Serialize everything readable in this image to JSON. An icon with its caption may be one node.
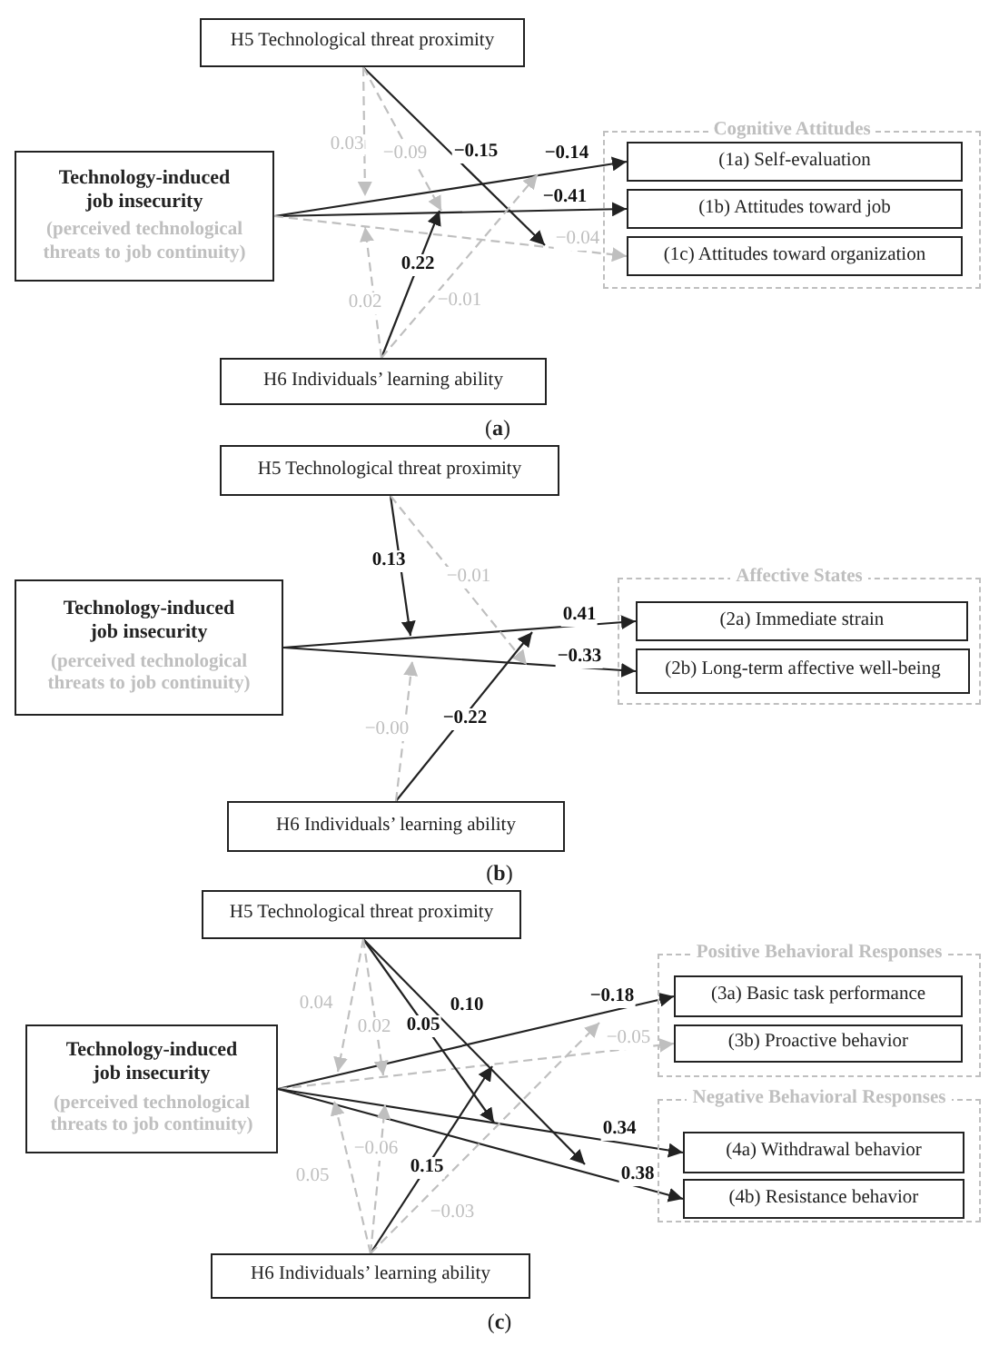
{
  "diagram": {
    "nodes": [
      {
        "text": [
          "H5 Technological threat proximity"
        ]
      },
      {
        "text": [
          "Technology-induced job insecurity",
          "(perceived technological threats to job continuity)"
        ]
      },
      {
        "text": [
          "Cognitive Attitudes"
        ]
      },
      {
        "text": [
          "(1a) Self-evaluation"
        ],
        "in": 2
      },
      {
        "text": [
          "(1b) Attitudes toward job"
        ],
        "in": 2
      },
      {
        "text": [
          "(1c) Attitudes toward organization"
        ],
        "in": 2
      },
      {
        "text": [
          "H6 Individuals’ learning ability"
        ]
      },
      {
        "text": [
          "H5 Technological threat proximity"
        ]
      },
      {
        "text": [
          "Technology-induced job insecurity",
          "(perceived technological threats to job continuity)"
        ]
      },
      {
        "text": [
          "Affective States"
        ]
      },
      {
        "text": [
          "(2a) Immediate strain"
        ],
        "in": 9
      },
      {
        "text": [
          "(2b) Long-term affective well-being"
        ],
        "in": 9
      },
      {
        "text": [
          "H6 Individuals’ learning ability"
        ]
      },
      {
        "text": [
          "H5 Technological threat proximity"
        ]
      },
      {
        "text": [
          "Technology-induced job insecurity",
          "(perceived technological threats to job continuity)"
        ]
      },
      {
        "text": [
          "Positive Behavioral Responses"
        ]
      },
      {
        "text": [
          "(3a) Basic task performance"
        ],
        "in": 15
      },
      {
        "text": [
          "(3b) Proactive behavior"
        ],
        "in": 15
      },
      {
        "text": [
          "Negative Behavioral Responses"
        ]
      },
      {
        "text": [
          "(4a) Withdrawal behavior"
        ],
        "in": 18
      },
      {
        "text": [
          "(4b) Resistance behavior"
        ],
        "in": 18
      },
      {
        "text": [
          "H6 Individuals’ learning ability"
        ]
      }
    ],
    "edges": [
      {
        "from": 1,
        "to": 3,
        "arrow": "to",
        "label": "−0.14"
      },
      {
        "from": 1,
        "to": 4,
        "arrow": "to",
        "label": "−0.41"
      },
      {
        "from": 1,
        "to": 5,
        "arrow": "to",
        "label": "−0.04",
        "style": "dashed",
        "color": "#bfbfbf"
      },
      {
        "from": 0,
        "to": null,
        "arrow": "to",
        "label": "−0.15"
      },
      {
        "from": 0,
        "to": null,
        "arrow": "to",
        "label": "0.03",
        "style": "dashed",
        "color": "#bfbfbf"
      },
      {
        "from": 0,
        "to": null,
        "arrow": "to",
        "label": "−0.09",
        "style": "dashed",
        "color": "#bfbfbf"
      },
      {
        "from": 6,
        "to": null,
        "arrow": "to",
        "label": "0.22"
      },
      {
        "from": 6,
        "to": null,
        "arrow": "to",
        "label": "0.02",
        "style": "dashed",
        "color": "#bfbfbf"
      },
      {
        "from": 6,
        "to": null,
        "arrow": "to",
        "label": "−0.01",
        "style": "dashed",
        "color": "#bfbfbf"
      },
      {
        "from": 8,
        "to": 10,
        "arrow": "to",
        "label": "0.41"
      },
      {
        "from": 8,
        "to": 11,
        "arrow": "to",
        "label": "−0.33"
      },
      {
        "from": 7,
        "to": null,
        "arrow": "to",
        "label": "0.13"
      },
      {
        "from": 7,
        "to": null,
        "arrow": "to",
        "label": "−0.01",
        "style": "dashed",
        "color": "#bfbfbf"
      },
      {
        "from": 12,
        "to": null,
        "arrow": "to",
        "label": "−0.22"
      },
      {
        "from": 12,
        "to": null,
        "arrow": "to",
        "label": "−0.00",
        "style": "dashed",
        "color": "#bfbfbf"
      },
      {
        "from": 14,
        "to": 16,
        "arrow": "to",
        "label": "−0.18"
      },
      {
        "from": 14,
        "to": 17,
        "arrow": "to",
        "label": "−0.05",
        "style": "dashed",
        "color": "#bfbfbf"
      },
      {
        "from": 14,
        "to": 19,
        "arrow": "to",
        "label": "0.34"
      },
      {
        "from": 14,
        "to": 20,
        "arrow": "to",
        "label": "0.38"
      },
      {
        "from": 13,
        "to": null,
        "arrow": "to",
        "label": "0.05"
      },
      {
        "from": 13,
        "to": null,
        "arrow": "to",
        "label": "0.10"
      },
      {
        "from": 13,
        "to": null,
        "arrow": "to",
        "label": "0.04",
        "style": "dashed",
        "color": "#bfbfbf"
      },
      {
        "from": 13,
        "to": null,
        "arrow": "to",
        "label": "0.02",
        "style": "dashed",
        "color": "#bfbfbf"
      },
      {
        "from": 21,
        "to": null,
        "arrow": "to",
        "label": "0.15"
      },
      {
        "from": 21,
        "to": null,
        "arrow": "to",
        "label": "0.05",
        "style": "dashed",
        "color": "#bfbfbf"
      },
      {
        "from": 21,
        "to": null,
        "arrow": "to",
        "label": "−0.06",
        "style": "dashed",
        "color": "#bfbfbf"
      },
      {
        "from": 21,
        "to": null,
        "arrow": "to",
        "label": "−0.03",
        "style": "dashed",
        "color": "#bfbfbf"
      }
    ],
    "labels": [
      "(**a**)",
      "(**b**)",
      "(**c**)"
    ]
  }
}
